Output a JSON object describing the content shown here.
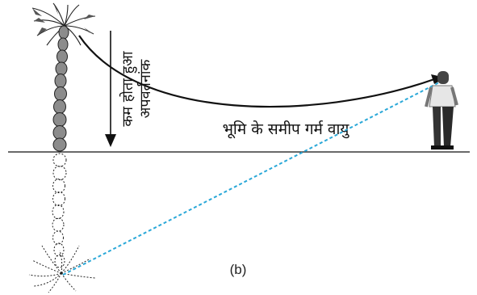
{
  "labels": {
    "vertical_line1": "कम होता हुआ",
    "vertical_line2": "अपवर्तनांक",
    "ground_air": "भूमि के समीप गर्म वायु",
    "caption": "(b)"
  },
  "colors": {
    "ink": "#111111",
    "sight_line": "#2aa8d8"
  }
}
